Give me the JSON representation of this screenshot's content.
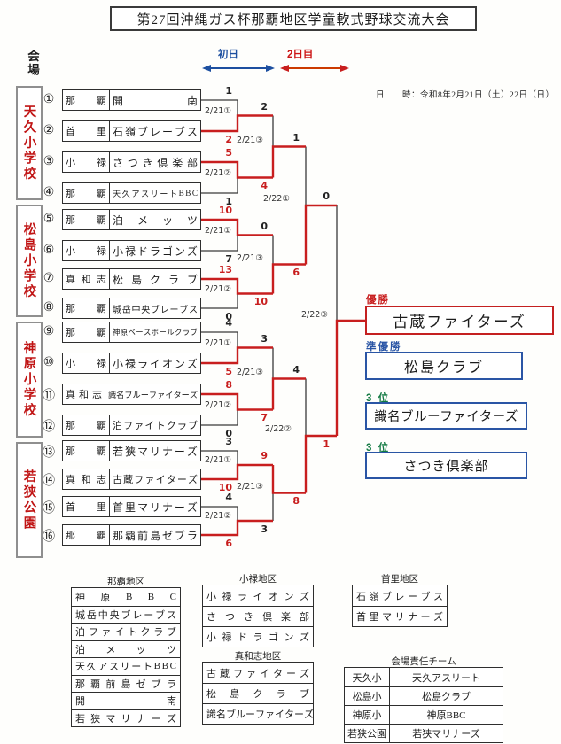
{
  "title": "第27回沖縄ガス杯那覇地区学童軟式野球交流大会",
  "venue_heading": "会場",
  "legend": {
    "day1": "初日",
    "day2": "2日目"
  },
  "date_line": "日　　時：令和8年2月21日（土）22日（日）",
  "venues": [
    "天久小学校",
    "松島小学校",
    "神原小学校",
    "若狭公園"
  ],
  "teams": [
    {
      "no": "①",
      "district": "那覇",
      "name": "開南"
    },
    {
      "no": "②",
      "district": "首里",
      "name": "石嶺ブレーブス"
    },
    {
      "no": "③",
      "district": "小禄",
      "name": "さつき倶楽部"
    },
    {
      "no": "④",
      "district": "那覇",
      "name": "天久アスリートBBC"
    },
    {
      "no": "⑤",
      "district": "那覇",
      "name": "泊メッツ"
    },
    {
      "no": "⑥",
      "district": "小禄",
      "name": "小禄ドラゴンズ"
    },
    {
      "no": "⑦",
      "district": "真和志",
      "name": "松島クラブ"
    },
    {
      "no": "⑧",
      "district": "那覇",
      "name": "城岳中央ブレーブス"
    },
    {
      "no": "⑨",
      "district": "那覇",
      "name": "神原ベースボールクラブ"
    },
    {
      "no": "⑩",
      "district": "小禄",
      "name": "小禄ライオンズ"
    },
    {
      "no": "⑪",
      "district": "真和志",
      "name": "識名ブルーファイターズ"
    },
    {
      "no": "⑫",
      "district": "那覇",
      "name": "泊ファイトクラブ"
    },
    {
      "no": "⑬",
      "district": "那覇",
      "name": "若狭マリナーズ"
    },
    {
      "no": "⑭",
      "district": "真和志",
      "name": "古蔵ファイターズ"
    },
    {
      "no": "⑮",
      "district": "首里",
      "name": "首里マリナーズ"
    },
    {
      "no": "⑯",
      "district": "那覇",
      "name": "那覇前島ゼブラ"
    }
  ],
  "bracket": {
    "round1": [
      {
        "label": "2/21①",
        "top_score": "1",
        "bottom_score": "2",
        "winner": "bottom"
      },
      {
        "label": "2/21②",
        "top_score": "5",
        "bottom_score": "1",
        "winner": "top"
      },
      {
        "label": "2/21①",
        "top_score": "10",
        "bottom_score": "7",
        "winner": "top"
      },
      {
        "label": "2/21②",
        "top_score": "13",
        "bottom_score": "0",
        "winner": "top"
      },
      {
        "label": "2/21①",
        "top_score": "4",
        "bottom_score": "5",
        "winner": "bottom"
      },
      {
        "label": "2/21②",
        "top_score": "8",
        "bottom_score": "0",
        "winner": "top"
      },
      {
        "label": "2/21①",
        "top_score": "3",
        "bottom_score": "10",
        "winner": "bottom"
      },
      {
        "label": "2/21②",
        "top_score": "4",
        "bottom_score": "6",
        "winner": "bottom"
      }
    ],
    "round2": [
      {
        "label": "2/21③",
        "top_score": "2",
        "bottom_score": "4",
        "winner": "bottom"
      },
      {
        "label": "2/21③",
        "top_score": "0",
        "bottom_score": "10",
        "winner": "bottom"
      },
      {
        "label": "2/21③",
        "top_score": "3",
        "bottom_score": "7",
        "winner": "bottom"
      },
      {
        "label": "2/21③",
        "top_score": "9",
        "bottom_score": "3",
        "winner": "top"
      }
    ],
    "semifinals": [
      {
        "label": "2/22①",
        "top_score": "1",
        "bottom_score": "6",
        "winner": "bottom"
      },
      {
        "label": "2/22②",
        "top_score": "4",
        "bottom_score": "8",
        "winner": "bottom"
      }
    ],
    "final": {
      "label": "2/22③",
      "top_score": "0",
      "bottom_score": "1",
      "winner": "bottom"
    }
  },
  "results": {
    "champion_label": "優勝",
    "champion": "古蔵ファイターズ",
    "runner_up_label": "準優勝",
    "runner_up": "松島クラブ",
    "third_label_1": "3 位",
    "third_1": "識名ブルーファイターズ",
    "third_label_2": "3 位",
    "third_2": "さつき倶楽部"
  },
  "district_tables": [
    {
      "title": "那覇地区",
      "teams": [
        "神原BBC",
        "城岳中央ブレーブス",
        "泊ファイトクラブ",
        "泊メッツ",
        "天久アスリートBBC",
        "那覇前島ゼブラ",
        "開南",
        "若狭マリナーズ"
      ]
    },
    {
      "title": "小禄地区",
      "teams": [
        "小禄ライオンズ",
        "さつき倶楽部",
        "小禄ドラゴンズ"
      ]
    },
    {
      "title": "首里地区",
      "teams": [
        "石嶺ブレーブス",
        "首里マリナーズ"
      ]
    },
    {
      "title": "真和志地区",
      "teams": [
        "古蔵ファイターズ",
        "松島クラブ",
        "識名ブルーファイターズ"
      ]
    }
  ],
  "venue_table": {
    "title": "会場責任チーム",
    "rows": [
      {
        "venue": "天久小",
        "team": "天久アスリート"
      },
      {
        "venue": "松島小",
        "team": "松島クラブ"
      },
      {
        "venue": "神原小",
        "team": "神原BBC"
      },
      {
        "venue": "若狭公園",
        "team": "若狭マリナーズ"
      }
    ]
  },
  "colors": {
    "winner_line": "#c81e1e",
    "line": "#3a3a3a",
    "day1_blue": "#1d4fa0",
    "day2_red": "#cc3a00",
    "rank_green": "#137a43",
    "rank_blue": "#2a55a5",
    "venue_red": "#c01414"
  }
}
